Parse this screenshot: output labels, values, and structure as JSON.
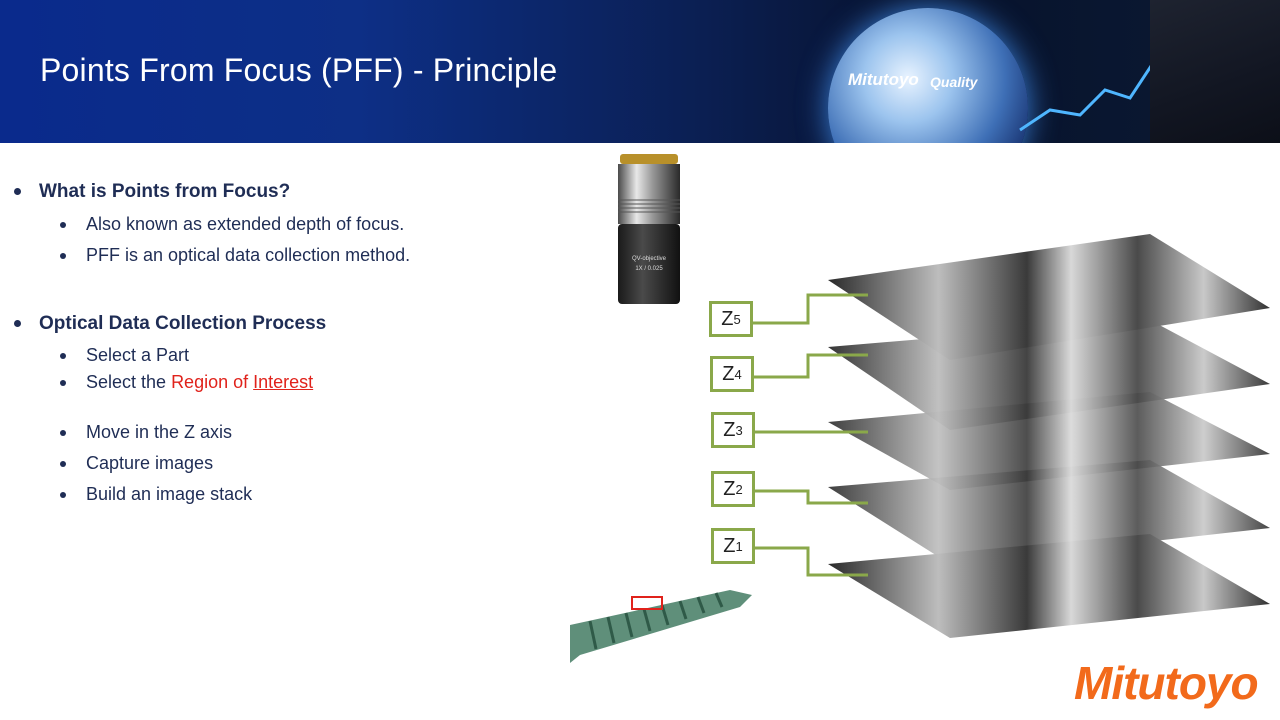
{
  "header": {
    "title": "Points From Focus (PFF) - Principle",
    "brand_text": "Mitutoyo",
    "quality_text": "Quality"
  },
  "sections": [
    {
      "heading": "What is Points from Focus?",
      "items": [
        "Also known as extended depth of focus.",
        "PFF is an optical data collection method."
      ]
    },
    {
      "heading": "Optical Data Collection Process",
      "items": [
        "Select a Part",
        "Select the ",
        "Move in the Z axis",
        "Capture images",
        "Build an image stack"
      ],
      "highlight_region": "Region of",
      "highlight_interest": "Interest"
    }
  ],
  "lens_label": "QV-objective",
  "lens_spec": "1X / 0.025",
  "z_labels": [
    {
      "base": "Z",
      "sub": "5"
    },
    {
      "base": "Z",
      "sub": "4"
    },
    {
      "base": "Z",
      "sub": "3"
    },
    {
      "base": "Z",
      "sub": "2"
    },
    {
      "base": "Z",
      "sub": "1"
    }
  ],
  "logo_text": "Mitutoyo",
  "colors": {
    "heading": "#1f2d55",
    "highlight": "#e0221b",
    "z_box_border": "#8aa84a",
    "logo": "#f26a1b"
  }
}
